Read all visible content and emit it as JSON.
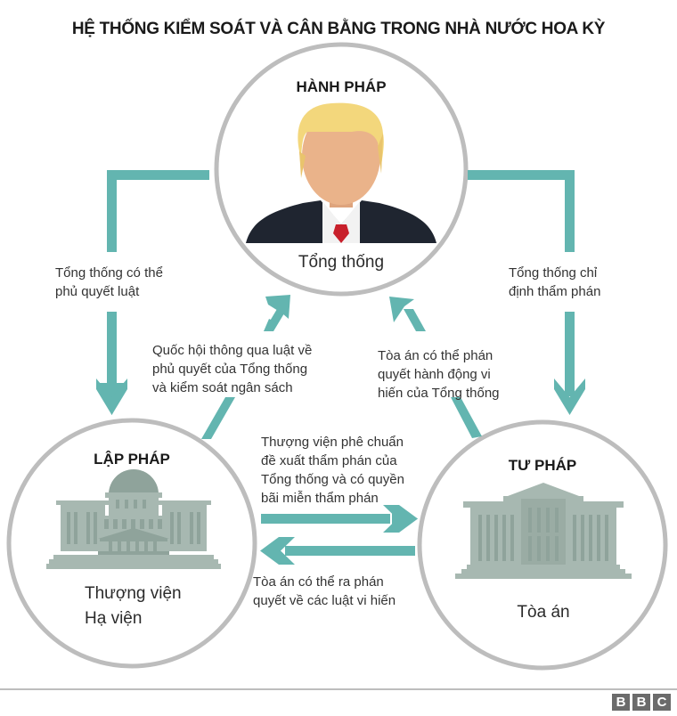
{
  "title": "HỆ THỐNG KIỂM SOÁT VÀ CÂN BẰNG TRONG NHÀ NƯỚC HOA KỲ",
  "colors": {
    "arrow": "#63b5b0",
    "circle_border": "#bdbdbd",
    "building": "#a7b8b1",
    "hair": "#f3d77c",
    "face": "#eab38a",
    "suit": "#1f2530",
    "tie": "#c8202b",
    "bbc_box": "#6b6b6b"
  },
  "branches": {
    "executive": {
      "heading": "HÀNH PHÁP",
      "member": "Tổng thống",
      "icon": "president-icon"
    },
    "legislative": {
      "heading": "LẬP PHÁP",
      "members": [
        "Thượng viện",
        "Hạ viện"
      ],
      "icon": "capitol-building-icon"
    },
    "judicial": {
      "heading": "TƯ PHÁP",
      "member": "Tòa án",
      "icon": "courthouse-icon"
    }
  },
  "checks": {
    "exec_to_leg": [
      "Tổng thống có thể",
      "phủ quyết luật"
    ],
    "exec_to_jud": [
      "Tổng thống chỉ",
      "định thẩm phán"
    ],
    "leg_to_exec": [
      "Quốc hội thông qua luật về",
      "phủ quyết của Tổng thống",
      "và kiểm soát ngân sách"
    ],
    "jud_to_exec": [
      "Tòa án có thể phán",
      "quyết hành động vi",
      "hiến của Tổng thống"
    ],
    "leg_to_jud": [
      "Thượng viện phê chuẩn",
      "đề xuất thẩm phán của",
      "Tổng thống và có quyền",
      "bãi miễn thẩm phán"
    ],
    "jud_to_leg": [
      "Tòa án có thể ra phán",
      "quyết về các luật vi hiến"
    ]
  },
  "footer": {
    "logo_letters": [
      "B",
      "B",
      "C"
    ]
  }
}
